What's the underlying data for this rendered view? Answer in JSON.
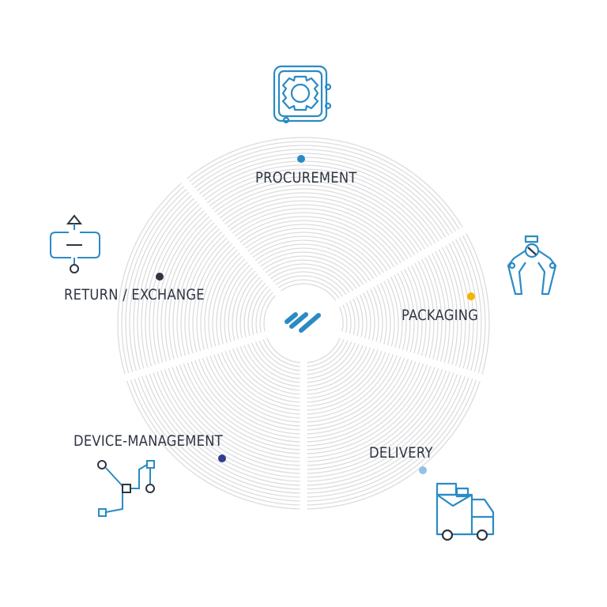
{
  "stages": [
    {
      "id": "procurement",
      "label": "PROCUREMENT",
      "dot_color": "#2a8bc4",
      "icon": "gear-icon"
    },
    {
      "id": "packaging",
      "label": "PACKAGING",
      "dot_color": "#f5b400",
      "icon": "robot-claw-icon"
    },
    {
      "id": "delivery",
      "label": "DELIVERY",
      "dot_color": "#8fc2e6",
      "icon": "delivery-truck-icon"
    },
    {
      "id": "device-management",
      "label": "DEVICE-MANAGEMENT",
      "dot_color": "#2e3f8f",
      "icon": "node-network-icon"
    },
    {
      "id": "return-exchange",
      "label": "RETURN / EXCHANGE",
      "dot_color": "#2e3440",
      "icon": "return-loop-icon"
    }
  ],
  "colors": {
    "icon_stroke": "#2a8bc4",
    "icon_dark": "#2e3440",
    "ring": "#dcdcdf",
    "logo": "#2a8bc4"
  },
  "center": {
    "icon": "brand-logo-icon"
  }
}
